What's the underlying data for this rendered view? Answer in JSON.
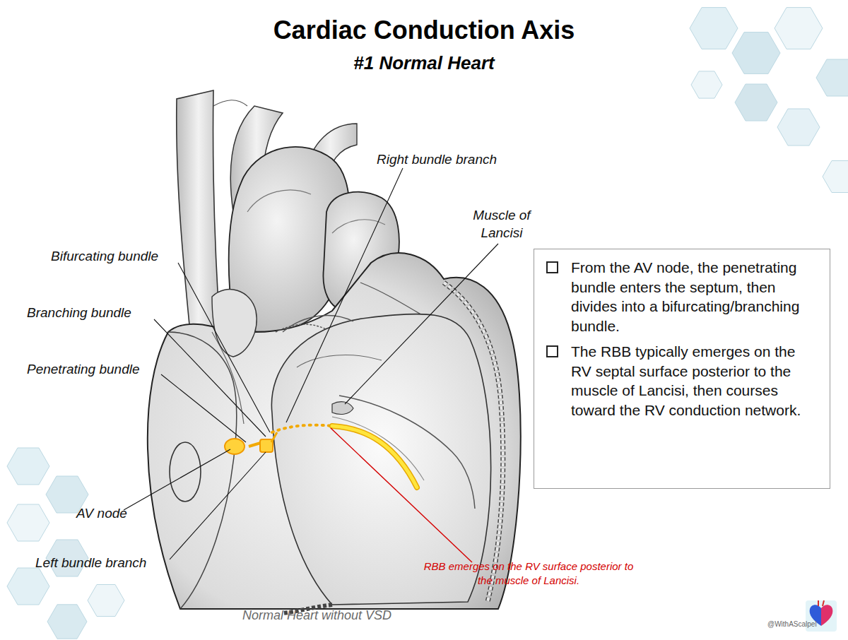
{
  "diagram": {
    "title": "Cardiac Conduction Axis",
    "caption": "Normal Heart without VSD",
    "nodes": [
      {
        "text": [
          "From the AV node, the penetrating bundle enters the septum, then divides into a bifurcating/branching bundle.",
          "The RBB typically emerges on the RV septal surface posterior to the muscle of Lancisi, then courses toward the RV conduction network."
        ]
      }
    ],
    "edges": [],
    "labels": [
      "#1 Normal Heart",
      "Right bundle branch",
      "Muscle of Lancisi",
      "Bifurcating bundle",
      "Branching bundle",
      "Penetrating bundle",
      "AV node",
      "Left bundle branch",
      "RBB emerges on the RV surface posterior to the muscle of Lancisi.",
      "@WithAScalpel"
    ]
  }
}
